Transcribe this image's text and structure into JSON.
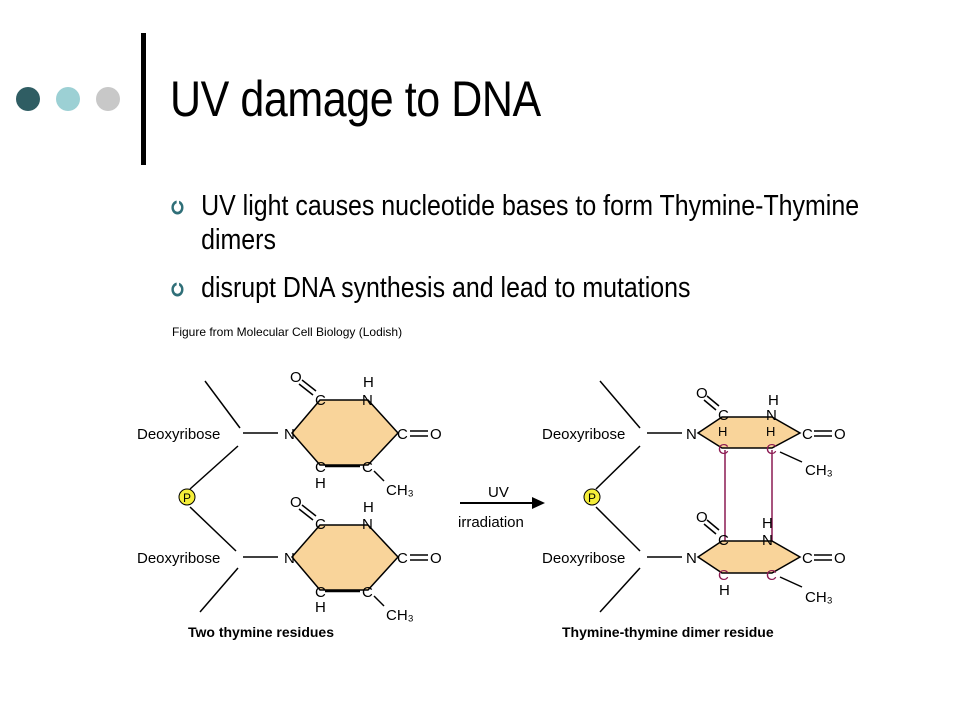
{
  "slide": {
    "title": "UV damage to DNA",
    "bullets": [
      "UV light causes nucleotide bases to form Thymine-Thymine dimers",
      "disrupt DNA synthesis and lead to mutations"
    ],
    "caption": "Figure from Molecular Cell Biology (Lodish)",
    "colors": {
      "dot1": "#2f5d63",
      "dot2": "#9cd0d4",
      "dot3": "#c8c8c8",
      "ring_fill": "#f9d49a",
      "phosphate": "#f5ee3a",
      "crosslink": "#8b1a52"
    }
  },
  "figure": {
    "left_caption": "Two thymine residues",
    "right_caption": "Thymine-thymine dimer residue",
    "arrow_top": "UV",
    "arrow_bottom": "irradiation",
    "sugar": "Deoxyribose",
    "phosphate": "P",
    "atoms": {
      "O": "O",
      "C": "C",
      "N": "N",
      "H": "H",
      "CH3": "CH₃"
    }
  }
}
